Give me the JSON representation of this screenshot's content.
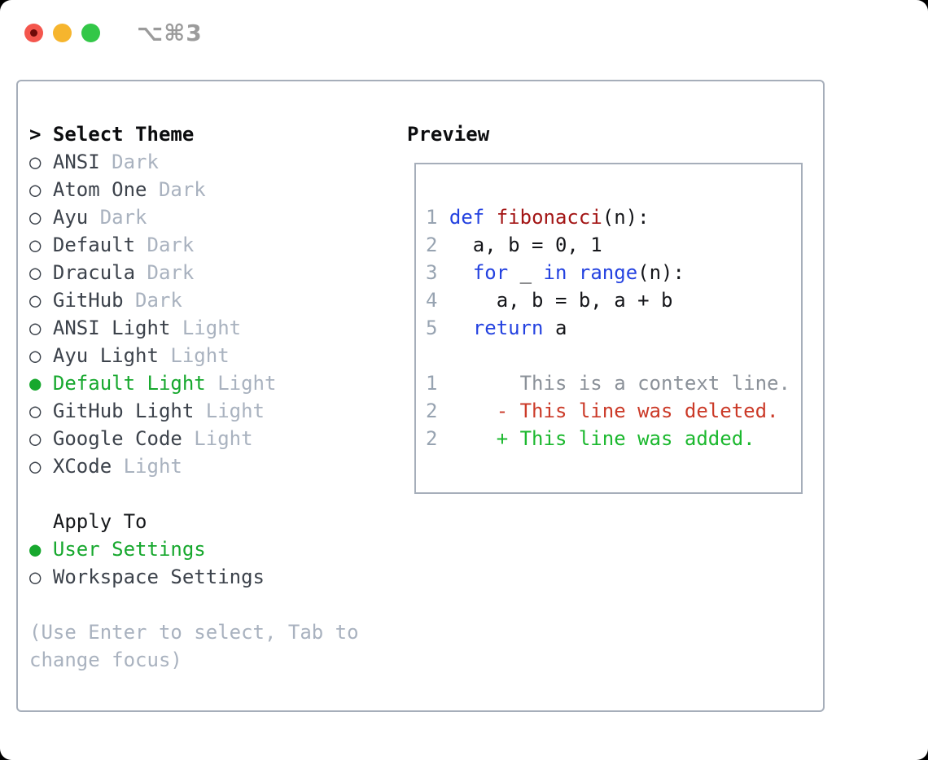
{
  "window": {
    "title": "⌥⌘3"
  },
  "theme_list": {
    "prompt": ">",
    "title": "Select Theme",
    "items": [
      {
        "marker": "○",
        "label": "ANSI",
        "variant": "Dark",
        "selected": false
      },
      {
        "marker": "○",
        "label": "Atom One",
        "variant": "Dark",
        "selected": false
      },
      {
        "marker": "○",
        "label": "Ayu",
        "variant": "Dark",
        "selected": false
      },
      {
        "marker": "○",
        "label": "Default",
        "variant": "Dark",
        "selected": false
      },
      {
        "marker": "○",
        "label": "Dracula",
        "variant": "Dark",
        "selected": false
      },
      {
        "marker": "○",
        "label": "GitHub",
        "variant": "Dark",
        "selected": false
      },
      {
        "marker": "○",
        "label": "ANSI Light",
        "variant": "Light",
        "selected": false
      },
      {
        "marker": "○",
        "label": "Ayu Light",
        "variant": "Light",
        "selected": false
      },
      {
        "marker": "●",
        "label": "Default Light",
        "variant": "Light",
        "selected": true
      },
      {
        "marker": "○",
        "label": "GitHub Light",
        "variant": "Light",
        "selected": false
      },
      {
        "marker": "○",
        "label": "Google Code",
        "variant": "Light",
        "selected": false
      },
      {
        "marker": "○",
        "label": "XCode",
        "variant": "Light",
        "selected": false
      }
    ]
  },
  "apply_to": {
    "title": "Apply To",
    "options": [
      {
        "marker": "●",
        "label": "User Settings",
        "variant": "",
        "selected": true
      },
      {
        "marker": "○",
        "label": "Workspace Settings",
        "variant": "",
        "selected": false
      }
    ]
  },
  "hint": {
    "lines": [
      "(Use Enter to select, Tab to",
      "change focus)"
    ]
  },
  "preview": {
    "title": "Preview",
    "lines": [
      {
        "num": "1",
        "tokens": [
          [
            "def",
            "kw"
          ],
          [
            " ",
            "pl"
          ],
          [
            "fibonacci",
            "fn"
          ],
          [
            "(n):",
            "pl"
          ]
        ]
      },
      {
        "num": "2",
        "tokens": [
          [
            "  a, b = 0, 1",
            "pl"
          ]
        ]
      },
      {
        "num": "3",
        "tokens": [
          [
            "  ",
            "pl"
          ],
          [
            "for",
            "kw"
          ],
          [
            " _ ",
            "pl"
          ],
          [
            "in",
            "kw"
          ],
          [
            " ",
            "pl"
          ],
          [
            "range",
            "kw"
          ],
          [
            "(n):",
            "pl"
          ]
        ]
      },
      {
        "num": "4",
        "tokens": [
          [
            "    a, b = b, a + b",
            "pl"
          ]
        ]
      },
      {
        "num": "5",
        "tokens": [
          [
            "  ",
            "pl"
          ],
          [
            "return",
            "kw"
          ],
          [
            " a",
            "pl"
          ]
        ]
      },
      {
        "blank": true
      },
      {
        "num": "1",
        "tokens": [
          [
            "      This is a context line.",
            "ctx"
          ]
        ]
      },
      {
        "num": "2",
        "tokens": [
          [
            "    ",
            "pl"
          ],
          [
            "- This line was deleted.",
            "del"
          ]
        ]
      },
      {
        "num": "2",
        "tokens": [
          [
            "    ",
            "pl"
          ],
          [
            "+ This line was added.",
            "add"
          ]
        ]
      }
    ]
  },
  "colors": {
    "selected_green": "#17a82e",
    "added_green": "#1bb82e",
    "deleted_red": "#cb3a28",
    "keyword_blue": "#2442e0",
    "function_maroon": "#a31515",
    "muted_gray": "#a9b2bf",
    "line_number_gray": "#97a3b1",
    "border_gray": "#a6aeba",
    "traffic_red": "#f4564d",
    "traffic_yellow": "#f6b52e",
    "traffic_green": "#33c748"
  }
}
